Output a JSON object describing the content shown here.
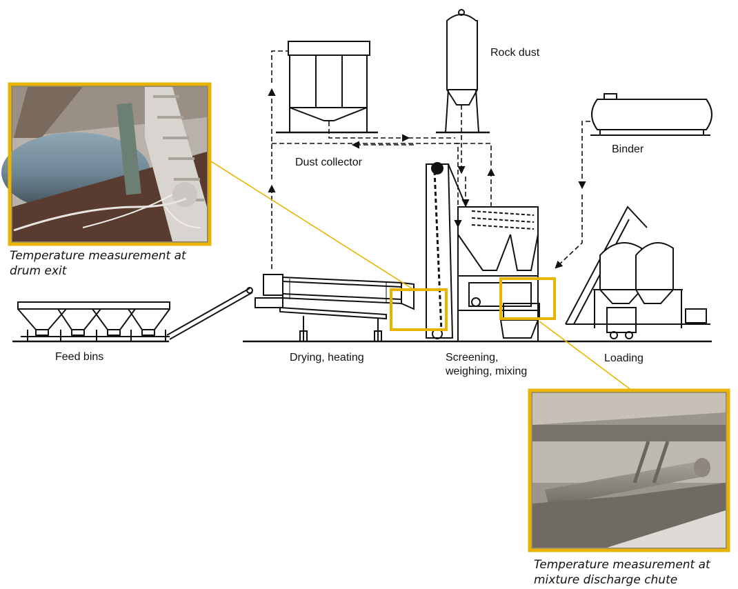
{
  "labels": {
    "rock_dust": "Rock dust",
    "binder": "Binder",
    "dust_collector": "Dust collector",
    "feed_bins": "Feed bins",
    "drying_heating": "Drying, heating",
    "screening_line1": "Screening,",
    "screening_line2": "weighing, mixing",
    "loading": "Loading"
  },
  "captions": {
    "drum_exit_line1": "Temperature measurement at",
    "drum_exit_line2": "drum exit",
    "discharge_line1": "Temperature measurement at",
    "discharge_line2": "mixture discharge chute"
  },
  "colors": {
    "highlight": "#e8b400",
    "line": "#111111"
  }
}
